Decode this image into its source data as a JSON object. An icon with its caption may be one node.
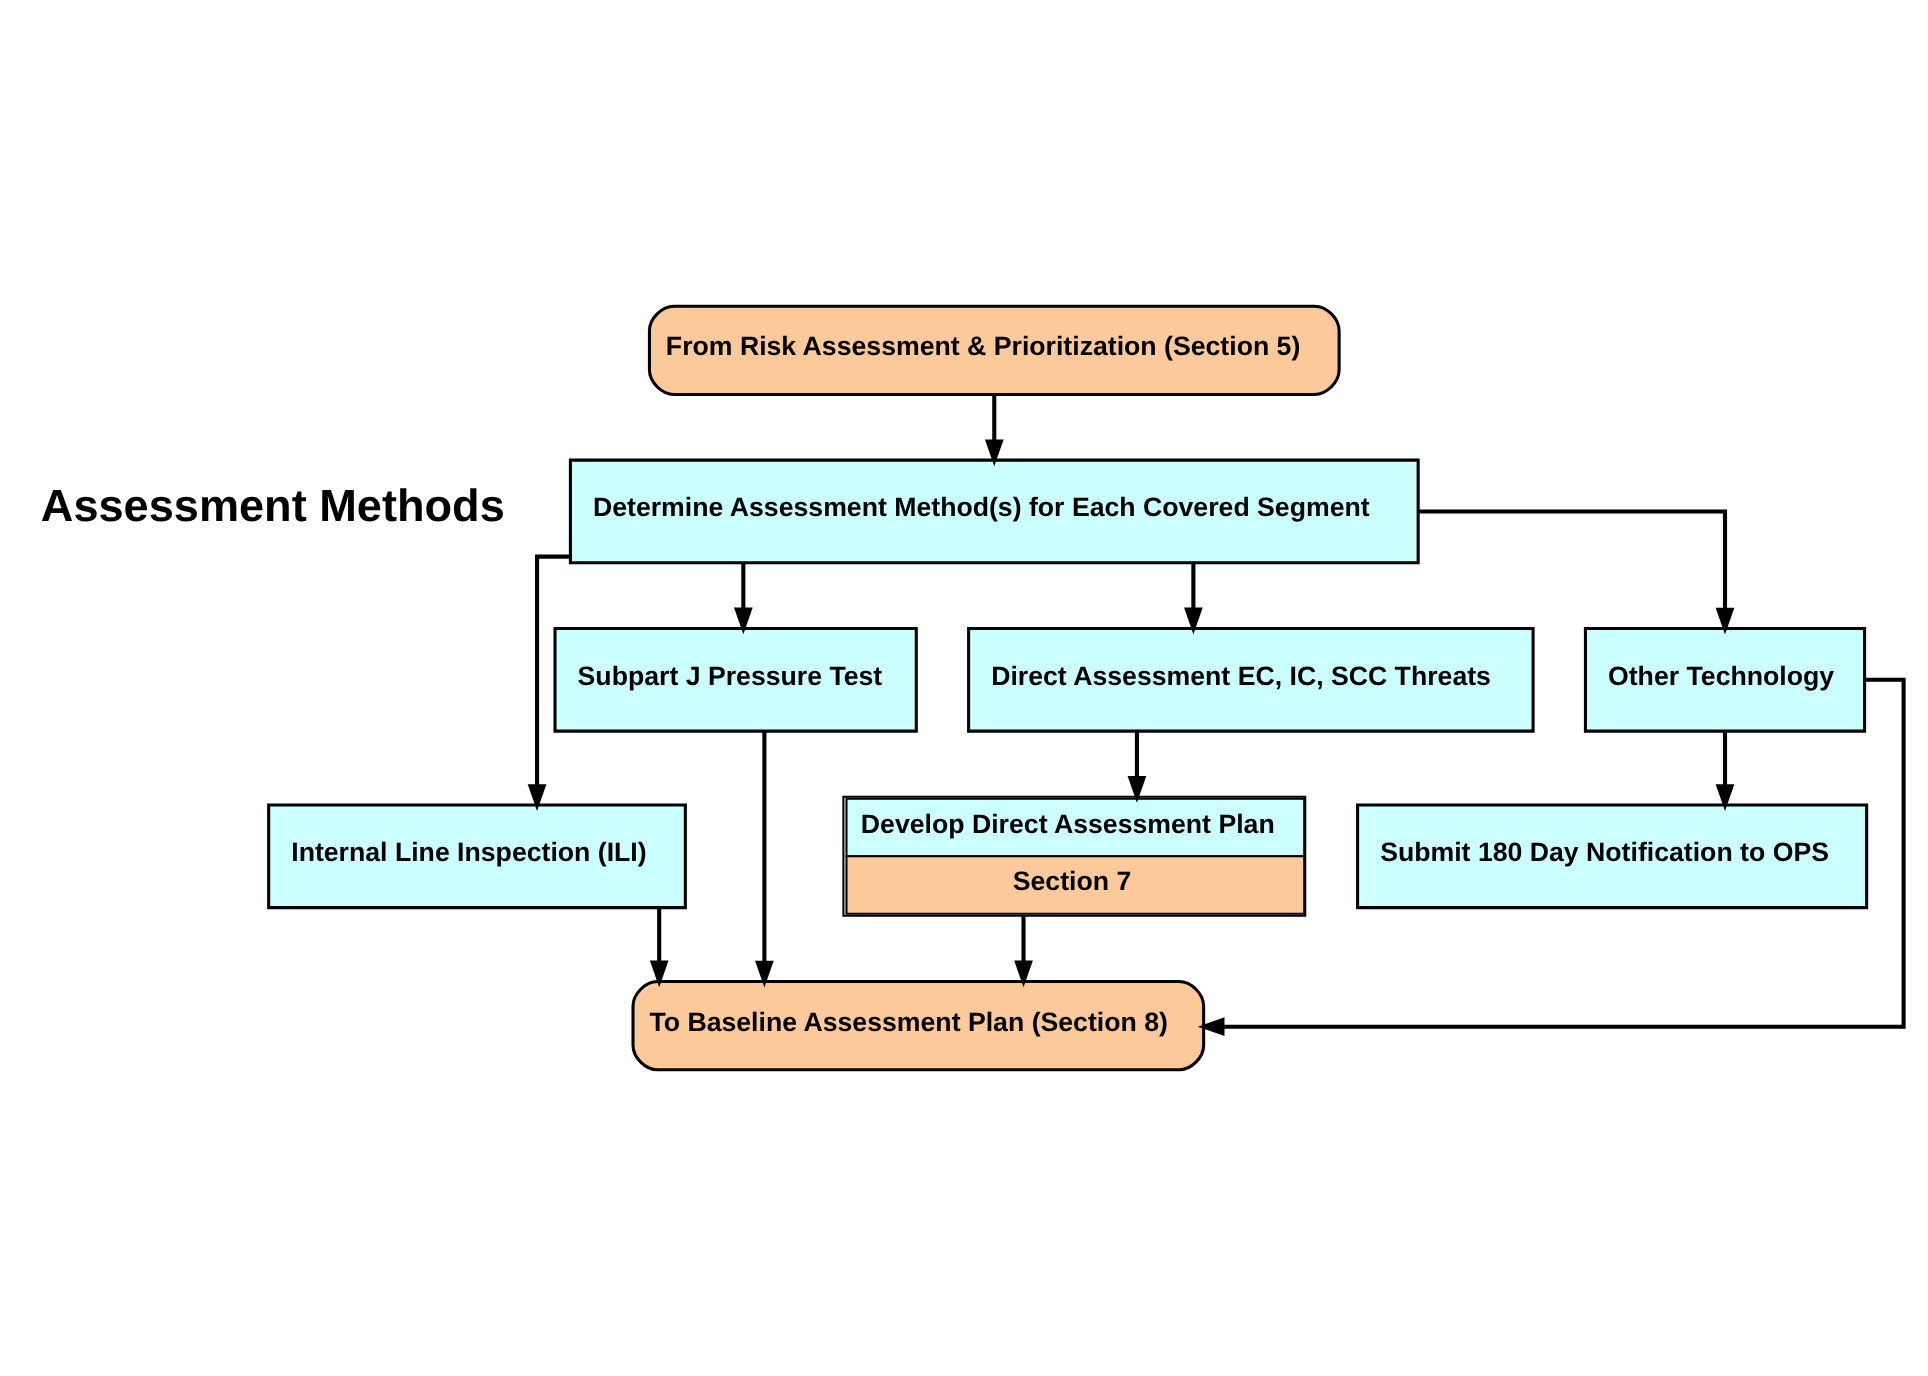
{
  "diagram": {
    "nodes": [
      {
        "text": [
          "From Risk Assessment & Prioritization (Section 5)"
        ]
      },
      {
        "text": [
          "Determine Assessment Method(s) for Each Covered Segment"
        ]
      },
      {
        "text": [
          "Internal Line Inspection (ILI)"
        ]
      },
      {
        "text": [
          "Subpart J Pressure Test"
        ]
      },
      {
        "text": [
          "Direct Assessment EC, IC, SCC Threats"
        ]
      },
      {
        "text": [
          "Other Technology"
        ]
      },
      {
        "text": [
          "Develop Direct Assessment Plan",
          "Section 7"
        ]
      },
      {
        "text": [
          "Submit 180 Day Notification to OPS"
        ]
      },
      {
        "text": [
          "To Baseline Assessment Plan (Section 8)"
        ]
      }
    ],
    "edges": [
      {
        "from": 0,
        "to": 1,
        "arrow": "to"
      },
      {
        "from": 1,
        "to": 2,
        "arrow": "to"
      },
      {
        "from": 1,
        "to": 3,
        "arrow": "to"
      },
      {
        "from": 1,
        "to": 4,
        "arrow": "to"
      },
      {
        "from": 1,
        "to": 5,
        "arrow": "to"
      },
      {
        "from": 4,
        "to": 6,
        "arrow": "to"
      },
      {
        "from": 5,
        "to": 7,
        "arrow": "to"
      },
      {
        "from": 2,
        "to": 8,
        "arrow": "to"
      },
      {
        "from": 3,
        "to": 8,
        "arrow": "to"
      },
      {
        "from": 6,
        "to": 8,
        "arrow": "to"
      },
      {
        "from": 5,
        "to": 8,
        "arrow": "to"
      }
    ],
    "labels": [
      "Assessment Methods"
    ]
  }
}
